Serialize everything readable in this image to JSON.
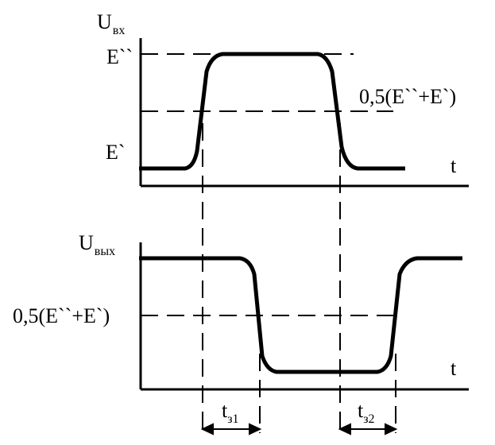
{
  "input_plot": {
    "y_label": "U",
    "y_label_sub": "вх",
    "level_high": "E``",
    "level_low": "E`",
    "level_mid": "0,5(E``+E`)",
    "x_label": "t"
  },
  "output_plot": {
    "y_label": "U",
    "y_label_sub": "вых",
    "level_mid": "0,5(E``+E`)",
    "x_label": "t"
  },
  "intervals": [
    {
      "label": "t",
      "sub": "з1"
    },
    {
      "label": "t",
      "sub": "з2"
    }
  ]
}
